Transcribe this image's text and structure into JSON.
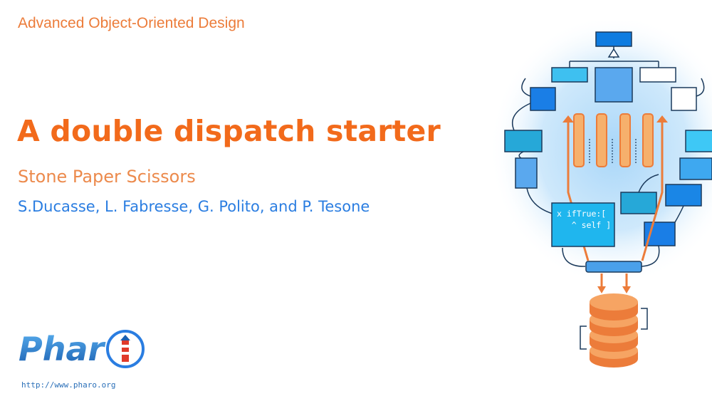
{
  "slide": {
    "course_title": "Advanced Object-Oriented Design",
    "title": "A double dispatch starter",
    "subtitle": "Stone Paper Scissors",
    "authors": "S.Ducasse, L. Fabresse, G. Polito, and P. Tesone",
    "logo_text": "Phar",
    "url": "http://www.pharo.org",
    "code_snippet": "x ifTrue:[\n   ^ self ]"
  },
  "colors": {
    "orange": "#f26a1b",
    "blue": "#2a7de1"
  },
  "icons": [
    "pharo-logo-icon",
    "lighthouse-icon",
    "lightbulb-diagram-icon",
    "database-icon"
  ]
}
